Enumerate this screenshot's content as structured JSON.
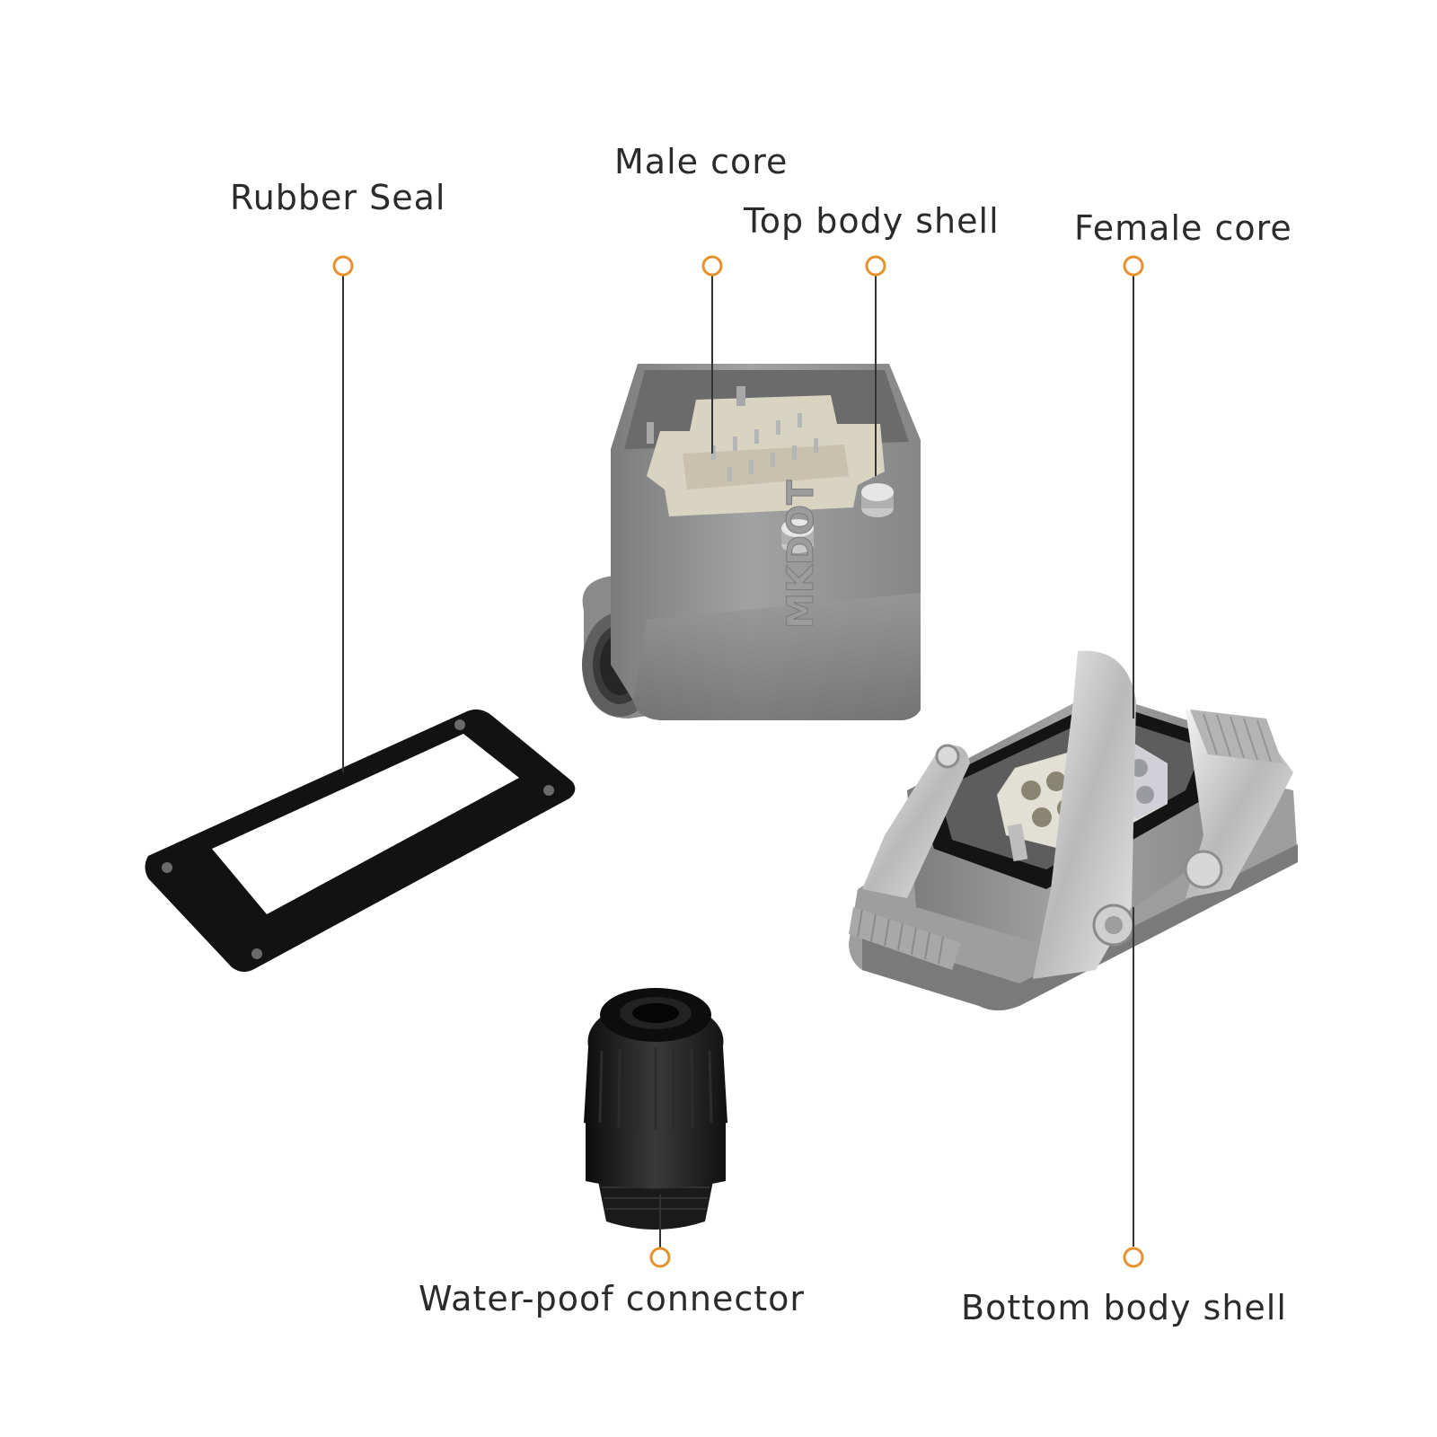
{
  "labels": {
    "rubber_seal": "Rubber Seal",
    "male_core": "Male core",
    "top_body_shell": "Top body shell",
    "female_core": "Female core",
    "waterproof_connector": "Water-poof connector",
    "bottom_body_shell": "Bottom body shell"
  },
  "branding": {
    "housing_text": "MKDOT"
  },
  "colors": {
    "marker": "#e8902a",
    "leader_line": "#333333",
    "housing_gray": "#8e8e8e",
    "insert_beige": "#d9d4c2",
    "seal_black": "#121212"
  }
}
